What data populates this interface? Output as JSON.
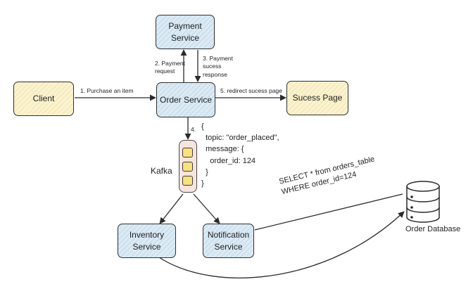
{
  "nodes": {
    "payment_service": "Payment\nService",
    "client": "Client",
    "order_service": "Order Service",
    "success_page": "Sucess Page",
    "inventory_service": "Inventory\nService",
    "notification_service": "Notification\nService"
  },
  "edges": {
    "purchase": "1. Purchase an item",
    "payment_request": "2. Payment\nrequest",
    "payment_response": "3. Payment\nsucess\nresponse",
    "redirect": "5. redirect sucess page",
    "publish": "4."
  },
  "kafka": {
    "label": "Kafka",
    "message": "{\n  topic: \"order_placed\",\n  message: {\n    order_id: 124\n  }\n}"
  },
  "database": {
    "label": "Order Database",
    "query": "SELECT * from orders_table\nWHERE order_id=124"
  },
  "colors": {
    "service_fill": "#dceaf4",
    "page_fill": "#fbf3cf",
    "queue_fill": "#f6e4df",
    "queue_slot": "#f8e27e",
    "stroke": "#2f2f2f"
  }
}
